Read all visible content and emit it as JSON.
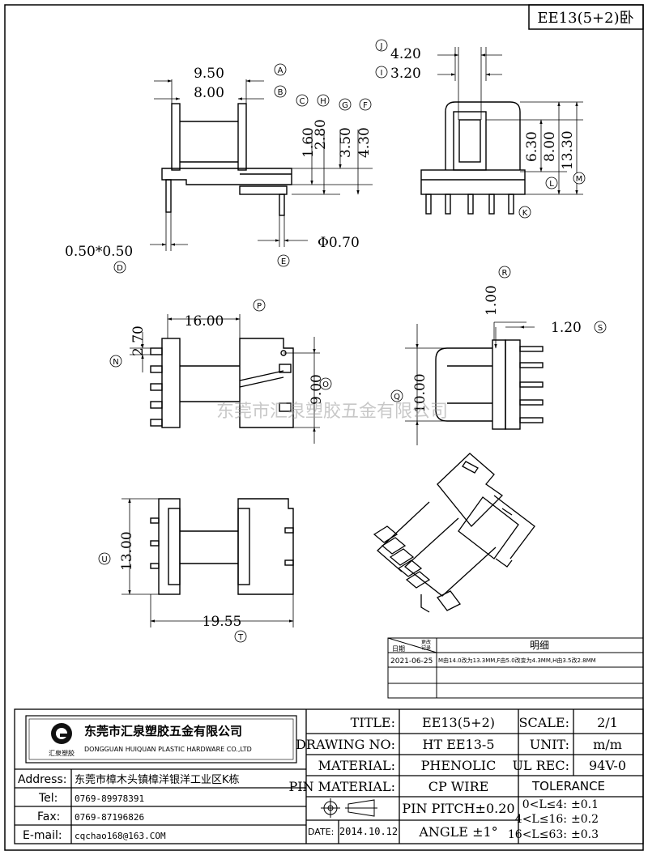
{
  "part_label": "EE13(5+2)卧",
  "dims": {
    "d950": "9.50",
    "d800a": "8.00",
    "d160": "1.60",
    "d280": "2.80",
    "d350": "3.50",
    "d430": "4.30",
    "d050": "0.50*0.50",
    "d070": "Φ0.70",
    "d420": "4.20",
    "d320": "3.20",
    "d630": "6.30",
    "d800b": "8.00",
    "d1330": "13.30",
    "d1600": "16.00",
    "d270": "2.70",
    "d900": "9.00",
    "d100": "1.00",
    "d120": "1.20",
    "d1000": "10.00",
    "d1300": "13.00",
    "d1955": "19.55"
  },
  "labels": {
    "A": "A",
    "B": "B",
    "C": "C",
    "H": "H",
    "G": "G",
    "F": "F",
    "D": "D",
    "E": "E",
    "J": "J",
    "I": "I",
    "L": "L",
    "M": "M",
    "K": "K",
    "P": "P",
    "N": "N",
    "O": "O",
    "R": "R",
    "S": "S",
    "Q": "Q",
    "U": "U",
    "T": "T"
  },
  "watermark": "东莞市汇泉塑胶五金有限公司",
  "revision": {
    "header": "明细",
    "col_date": "日期",
    "col_change_1": "更改",
    "col_change_2": "记录",
    "date": "2021-06-25",
    "note": "M由14.0改为13.3MM,F由5.0改变为4.3MM,H由3.5改2.8MM"
  },
  "company": {
    "name_cn": "东莞市汇泉塑胶五金有限公司",
    "name_en": "DONGGUAN HUIQUAN PLASTIC HARDWARE CO.,LTD",
    "logo_text": "汇泉塑胶"
  },
  "contact": {
    "address_label": "Address:",
    "address": "东莞市樟木头镇樟洋银洋工业区K栋",
    "tel_label": "Tel:",
    "tel": "0769-89978391",
    "fax_label": "Fax:",
    "fax": "0769-87196826",
    "email_label": "E-mail:",
    "email": "cqchao168@163.COM"
  },
  "title_block": {
    "title_label": "TITLE:",
    "title": "EE13(5+2)",
    "drawing_label": "DRAWING NO:",
    "drawing": "HT EE13-5",
    "material_label": "MATERIAL:",
    "material": "PHENOLIC",
    "pin_material_label": "PIN MATERIAL:",
    "pin_material": "CP WIRE",
    "pin_pitch": "PIN PITCH±0.20",
    "angle": "ANGLE ±1°",
    "date_label": "DATE:",
    "date": "2014.10.12",
    "scale_label": "SCALE:",
    "scale": "2/1",
    "unit_label": "UNIT:",
    "unit": "m/m",
    "ul_label": "UL REC:",
    "ul": "94V-0",
    "tolerance": "TOLERANCE",
    "tol1_range": "0<L≤4:",
    "tol1_val": "±0.1",
    "tol2_range": "4<L≤16:",
    "tol2_val": "±0.2",
    "tol3_range": "16<L≤63:",
    "tol3_val": "±0.3"
  }
}
